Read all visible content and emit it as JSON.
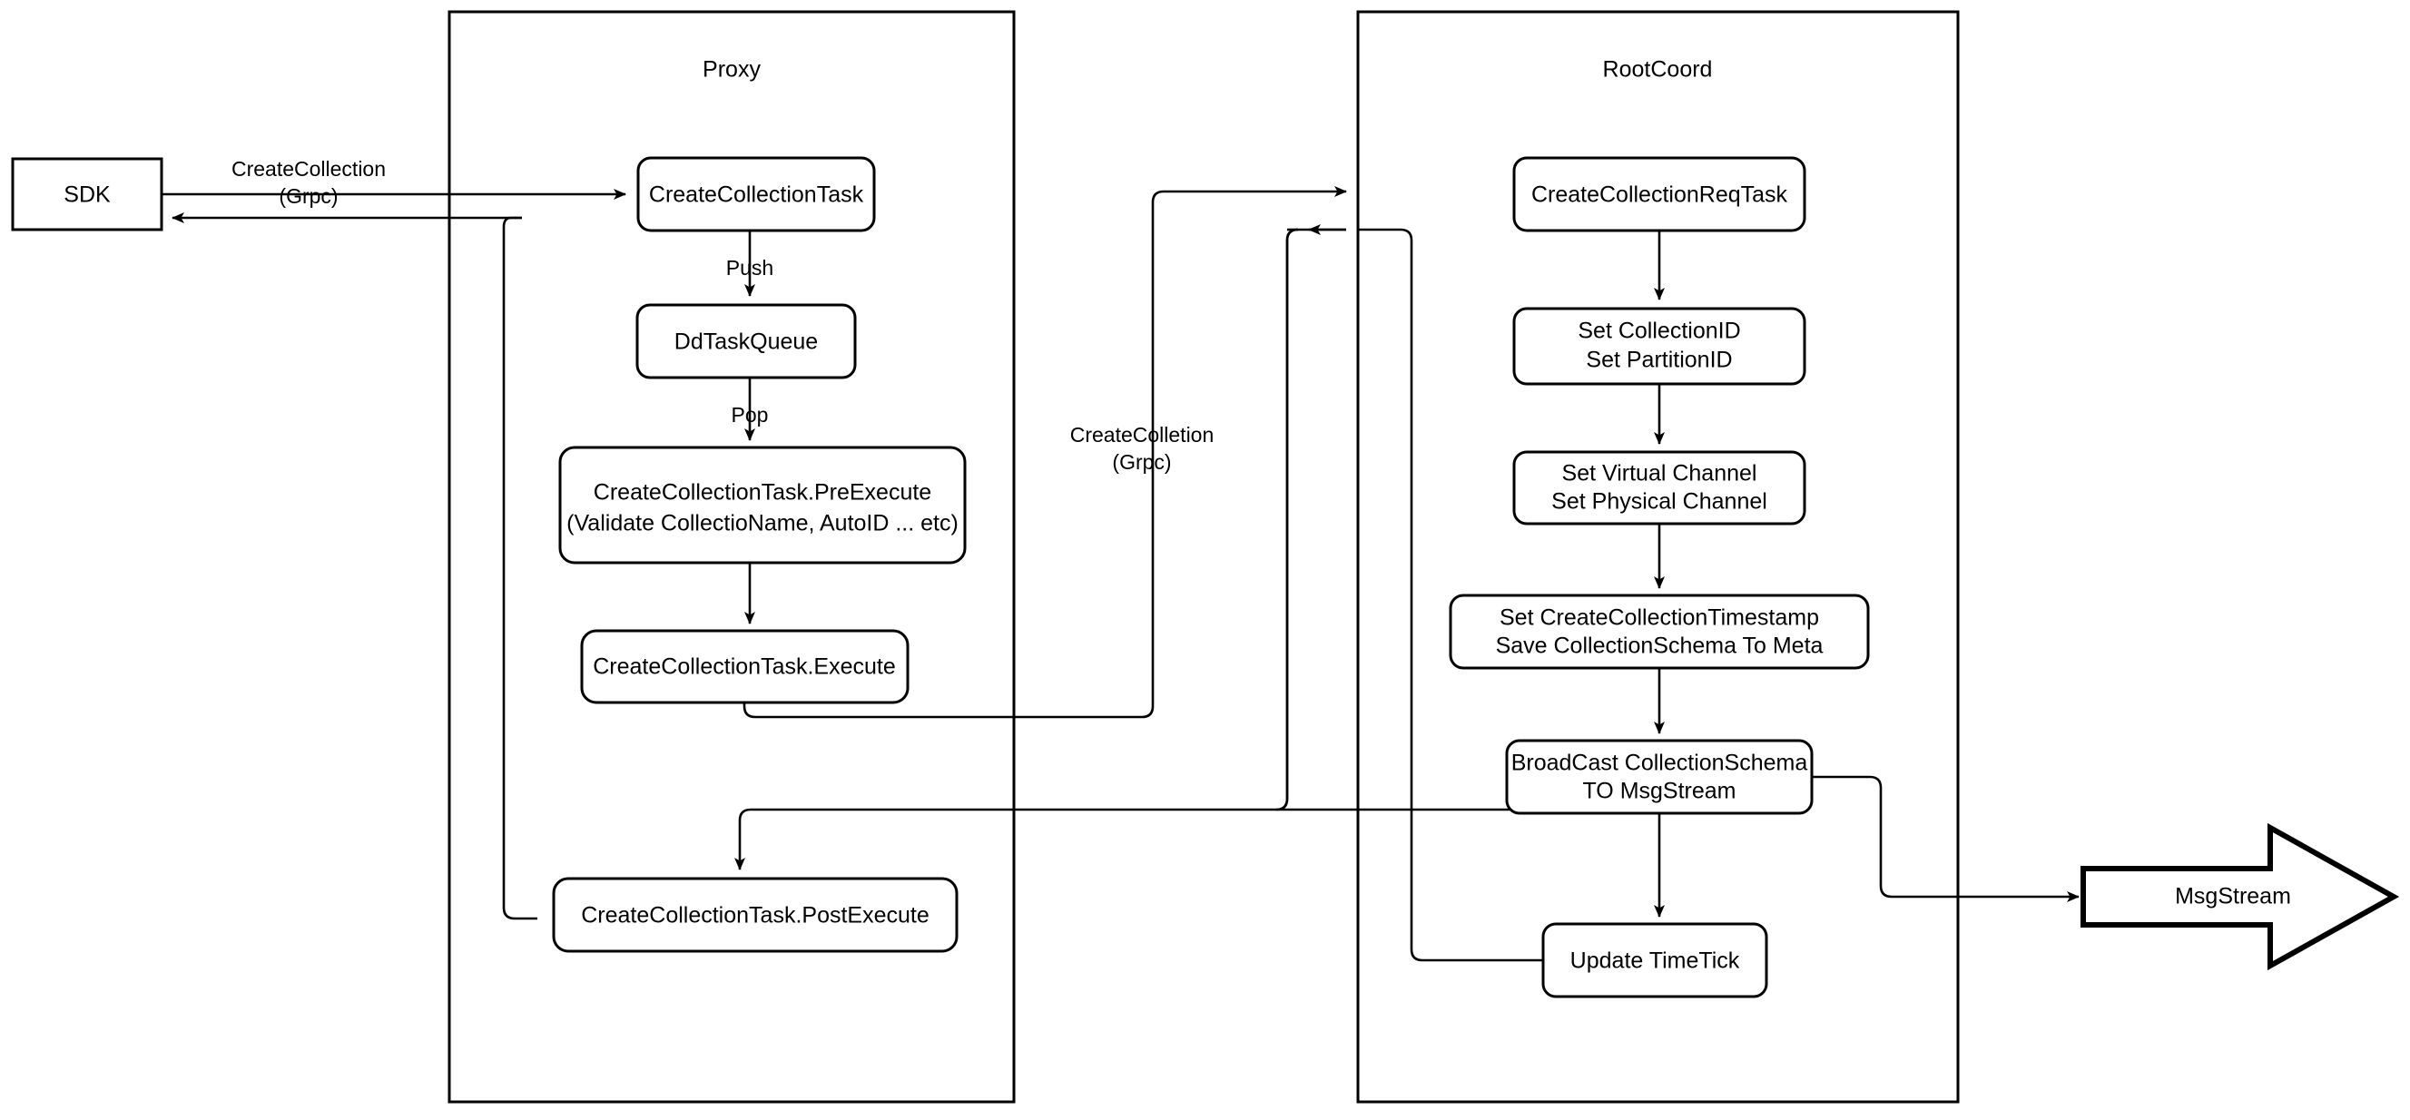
{
  "diagram": {
    "title_visible": false,
    "background": "#ffffff",
    "stroke": "#000000",
    "containers": [
      {
        "id": "proxy",
        "label": "Proxy"
      },
      {
        "id": "rootcoord",
        "label": "RootCoord"
      }
    ],
    "external_nodes": [
      {
        "id": "sdk",
        "label": "SDK",
        "shape": "rect"
      },
      {
        "id": "msgstream",
        "label": "MsgStream",
        "shape": "block-arrow"
      }
    ],
    "proxy_nodes": [
      {
        "id": "create-collection-task",
        "lines": [
          "CreateCollectionTask"
        ]
      },
      {
        "id": "dd-task-queue",
        "lines": [
          "DdTaskQueue"
        ]
      },
      {
        "id": "pre-execute",
        "lines": [
          "CreateCollectionTask.PreExecute",
          "(Validate CollectioName, AutoID ... etc)"
        ]
      },
      {
        "id": "execute",
        "lines": [
          "CreateCollectionTask.Execute"
        ]
      },
      {
        "id": "post-execute",
        "lines": [
          "CreateCollectionTask.PostExecute"
        ]
      }
    ],
    "rootcoord_nodes": [
      {
        "id": "create-collection-req-task",
        "lines": [
          "CreateCollectionReqTask"
        ]
      },
      {
        "id": "set-ids",
        "lines": [
          "Set CollectionID",
          "Set PartitionID"
        ]
      },
      {
        "id": "set-channels",
        "lines": [
          "Set Virtual Channel",
          "Set Physical Channel"
        ]
      },
      {
        "id": "set-timestamp",
        "lines": [
          "Set CreateCollectionTimestamp",
          "Save CollectionSchema To Meta"
        ]
      },
      {
        "id": "broadcast",
        "lines": [
          "BroadCast CollectionSchema",
          "TO MsgStream"
        ]
      },
      {
        "id": "update-timetick",
        "lines": [
          "Update TimeTick"
        ]
      }
    ],
    "edge_labels": [
      {
        "id": "sdk-to-proxy",
        "lines": [
          "CreateCollection",
          "(Grpc)"
        ]
      },
      {
        "id": "push",
        "lines": [
          "Push"
        ]
      },
      {
        "id": "pop",
        "lines": [
          "Pop"
        ]
      },
      {
        "id": "proxy-to-rootcoord",
        "lines": [
          "CreateColletion",
          "(Grpc)"
        ]
      }
    ]
  }
}
